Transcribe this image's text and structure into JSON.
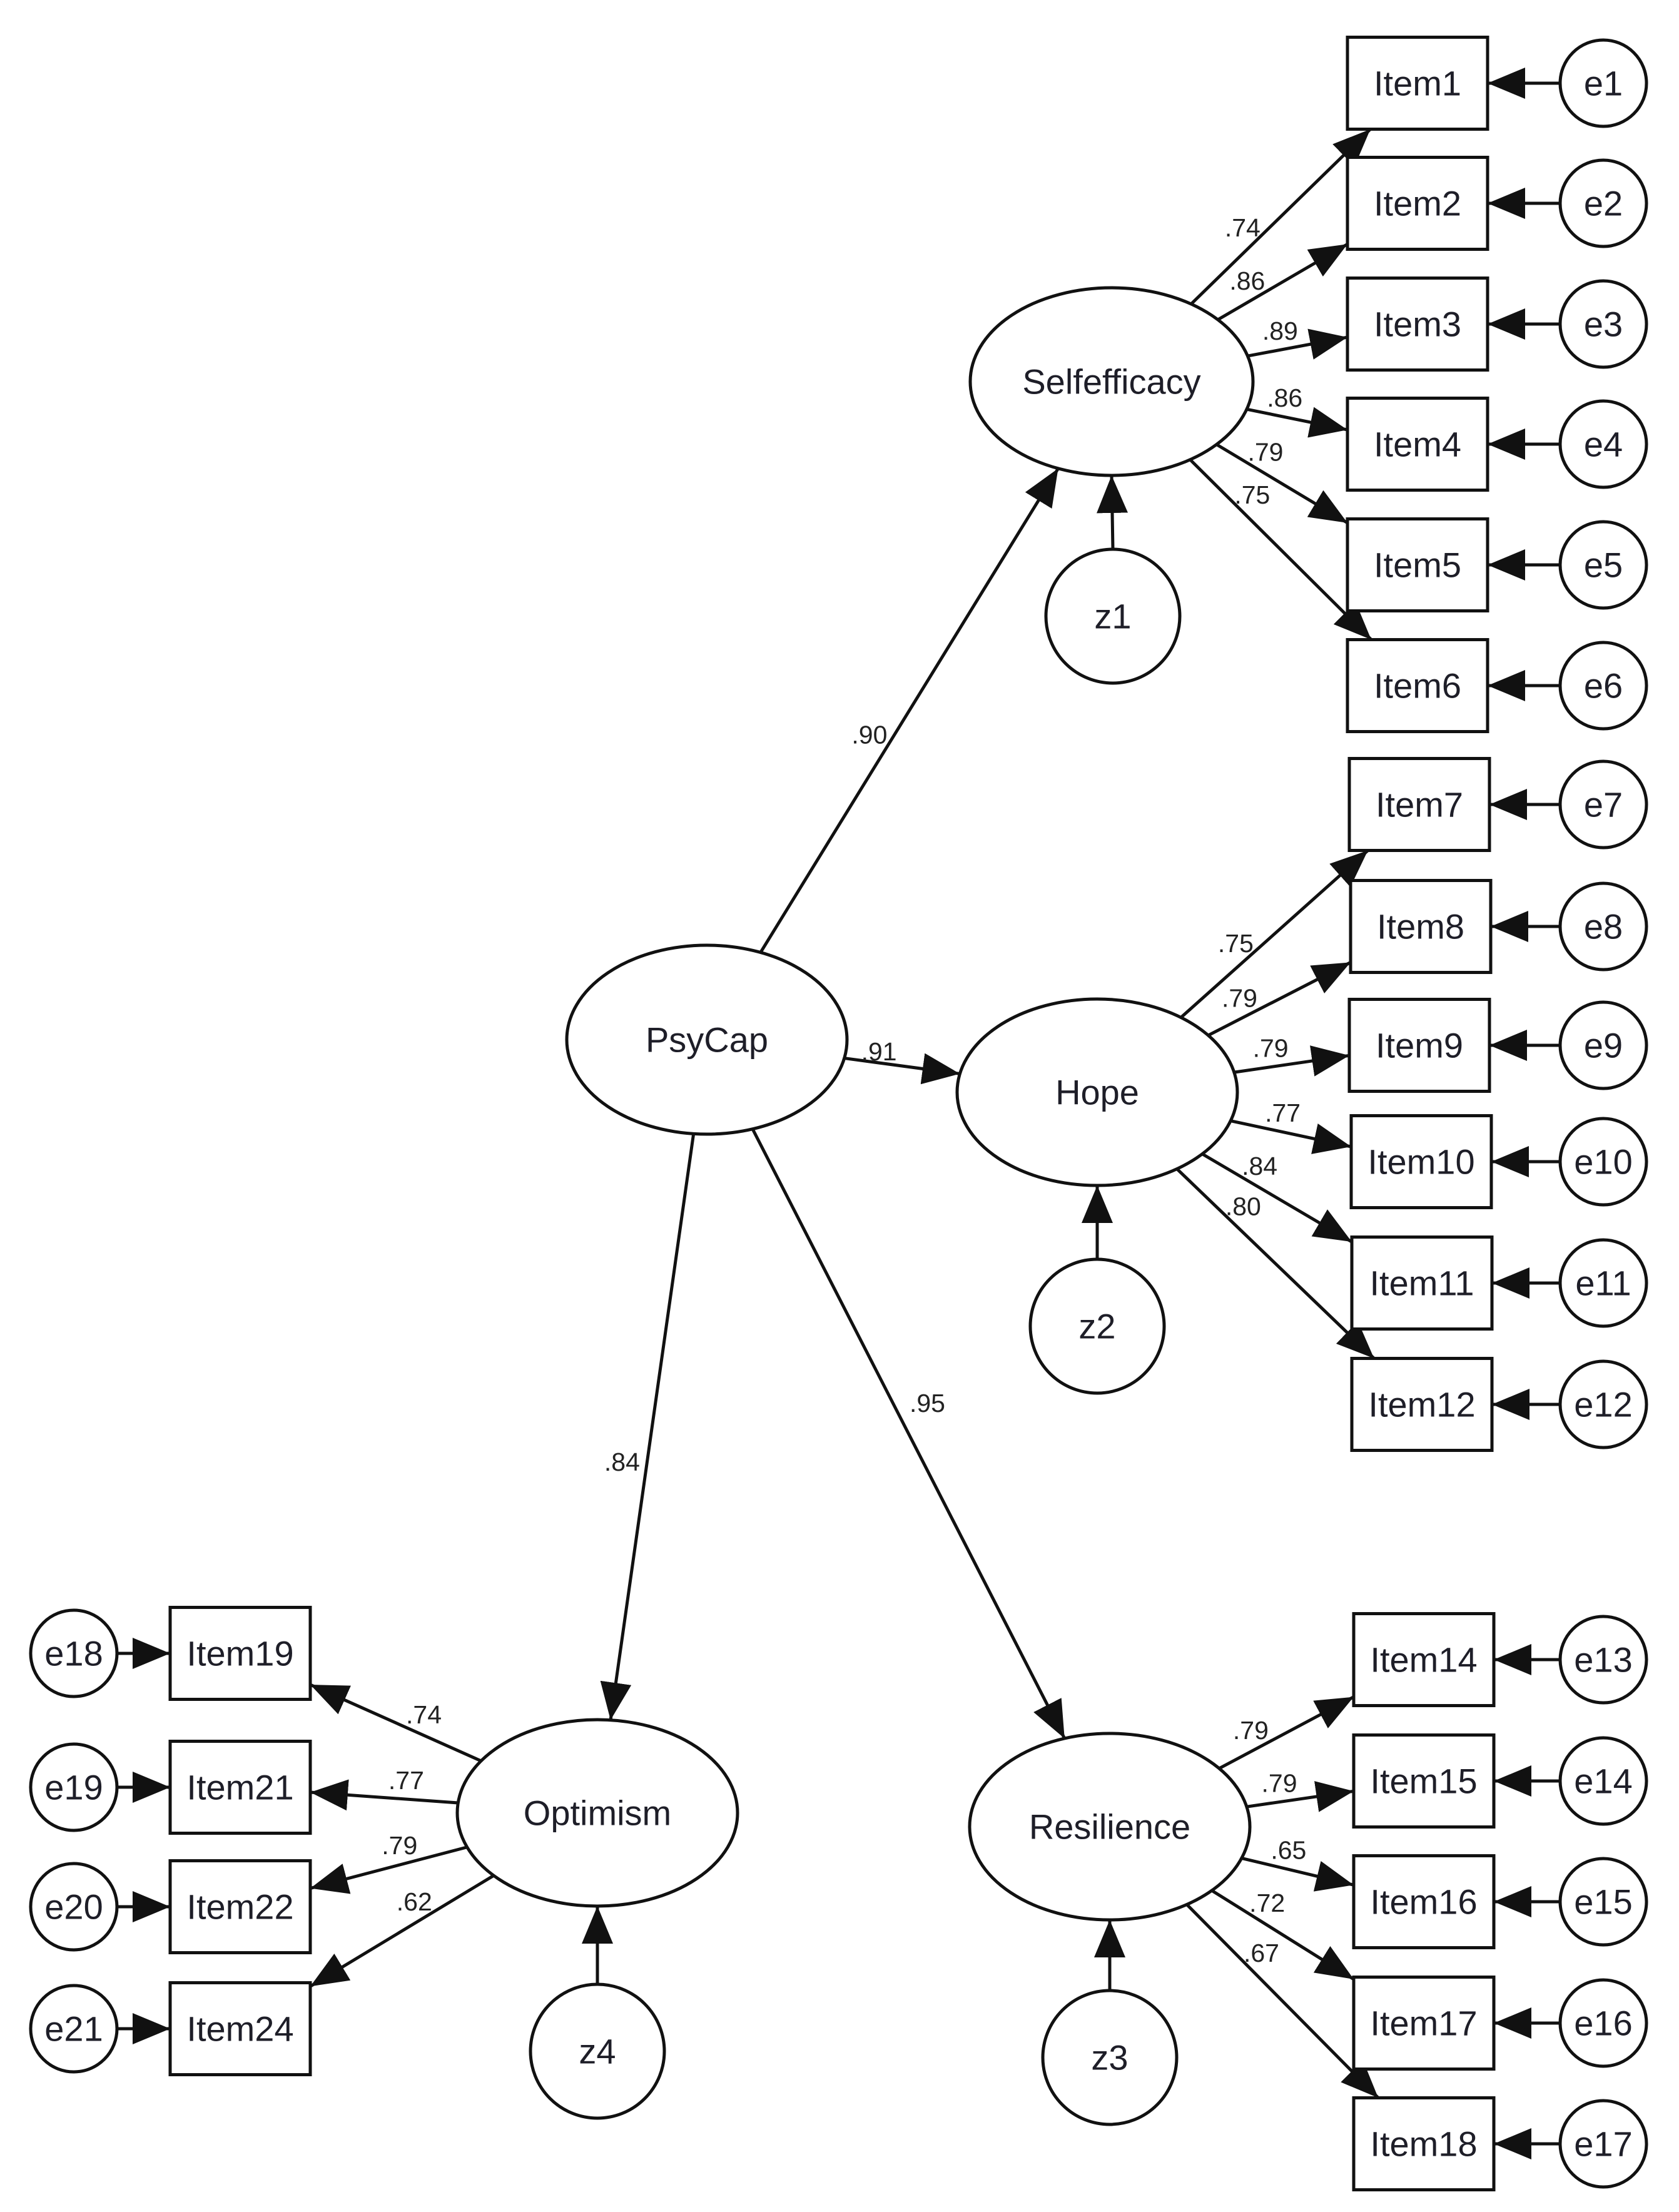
{
  "diagram": {
    "type": "structural-equation-model",
    "latent_factors": [
      {
        "id": "psycap",
        "label": "PsyCap"
      },
      {
        "id": "selfefficacy",
        "label": "Selfefficacy"
      },
      {
        "id": "hope",
        "label": "Hope"
      },
      {
        "id": "optimism",
        "label": "Optimism"
      },
      {
        "id": "resilience",
        "label": "Resilience"
      }
    ],
    "disturbances": [
      {
        "id": "z1",
        "label": "z1",
        "target": "selfefficacy"
      },
      {
        "id": "z2",
        "label": "z2",
        "target": "hope"
      },
      {
        "id": "z3",
        "label": "z3",
        "target": "resilience"
      },
      {
        "id": "z4",
        "label": "z4",
        "target": "optimism"
      }
    ],
    "structural_paths": [
      {
        "from": "psycap",
        "to": "selfefficacy",
        "loading": ".90"
      },
      {
        "from": "psycap",
        "to": "hope",
        "loading": ".91"
      },
      {
        "from": "psycap",
        "to": "optimism",
        "loading": ".84"
      },
      {
        "from": "psycap",
        "to": "resilience",
        "loading": ".95"
      }
    ],
    "indicators": [
      {
        "id": "item1",
        "label": "Item1",
        "factor": "selfefficacy",
        "loading": ".74",
        "error": "e1"
      },
      {
        "id": "item2",
        "label": "Item2",
        "factor": "selfefficacy",
        "loading": ".86",
        "error": "e2"
      },
      {
        "id": "item3",
        "label": "Item3",
        "factor": "selfefficacy",
        "loading": ".89",
        "error": "e3"
      },
      {
        "id": "item4",
        "label": "Item4",
        "factor": "selfefficacy",
        "loading": ".86",
        "error": "e4"
      },
      {
        "id": "item5",
        "label": "Item5",
        "factor": "selfefficacy",
        "loading": ".79",
        "error": "e5"
      },
      {
        "id": "item6",
        "label": "Item6",
        "factor": "selfefficacy",
        "loading": ".75",
        "error": "e6"
      },
      {
        "id": "item7",
        "label": "Item7",
        "factor": "hope",
        "loading": ".75",
        "error": "e7"
      },
      {
        "id": "item8",
        "label": "Item8",
        "factor": "hope",
        "loading": ".79",
        "error": "e8"
      },
      {
        "id": "item9",
        "label": "Item9",
        "factor": "hope",
        "loading": ".79",
        "error": "e9"
      },
      {
        "id": "item10",
        "label": "Item10",
        "factor": "hope",
        "loading": ".77",
        "error": "e10"
      },
      {
        "id": "item11",
        "label": "Item11",
        "factor": "hope",
        "loading": ".84",
        "error": "e11"
      },
      {
        "id": "item12",
        "label": "Item12",
        "factor": "hope",
        "loading": ".80",
        "error": "e12"
      },
      {
        "id": "item14",
        "label": "Item14",
        "factor": "resilience",
        "loading": ".79",
        "error": "e13"
      },
      {
        "id": "item15",
        "label": "Item15",
        "factor": "resilience",
        "loading": ".79",
        "error": "e14"
      },
      {
        "id": "item16",
        "label": "Item16",
        "factor": "resilience",
        "loading": ".65",
        "error": "e15"
      },
      {
        "id": "item17",
        "label": "Item17",
        "factor": "resilience",
        "loading": ".72",
        "error": "e16"
      },
      {
        "id": "item18",
        "label": "Item18",
        "factor": "resilience",
        "loading": ".67",
        "error": "e17"
      },
      {
        "id": "item19",
        "label": "Item19",
        "factor": "optimism",
        "loading": ".74",
        "error": "e18"
      },
      {
        "id": "item21",
        "label": "Item21",
        "factor": "optimism",
        "loading": ".77",
        "error": "e19"
      },
      {
        "id": "item22",
        "label": "Item22",
        "factor": "optimism",
        "loading": ".79",
        "error": "e20"
      },
      {
        "id": "item24",
        "label": "Item24",
        "factor": "optimism",
        "loading": ".62",
        "error": "e21"
      }
    ]
  }
}
